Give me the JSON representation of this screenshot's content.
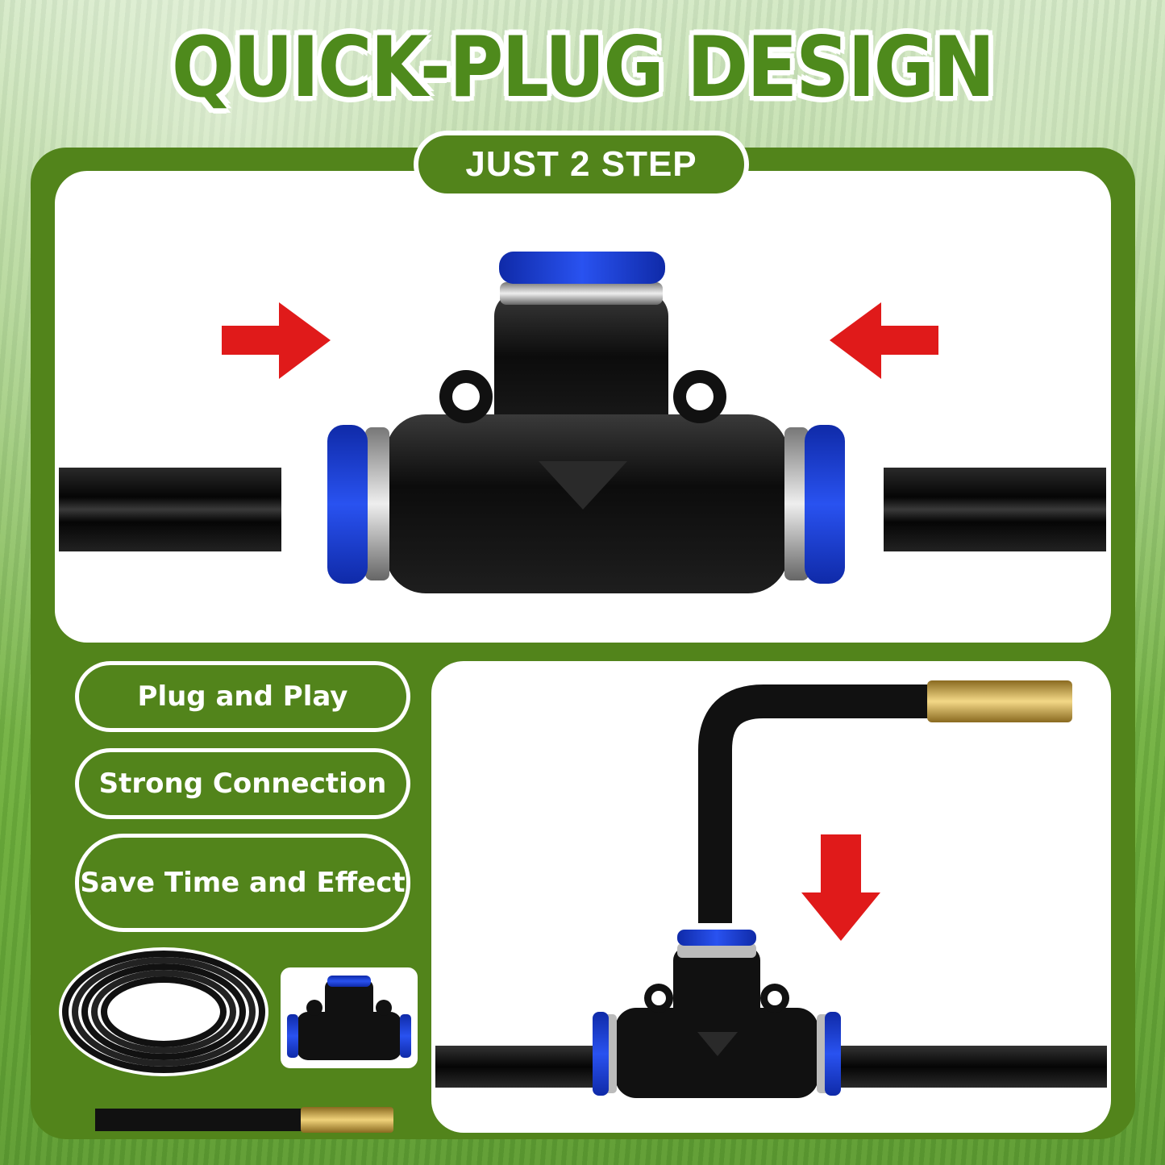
{
  "title": "QUICK-PLUG DESIGN",
  "step_badge": "JUST 2 STEP",
  "features": [
    "Plug and Play",
    "Strong Connection",
    "Save Time and Effect"
  ],
  "colors": {
    "brand_green": "#52841b",
    "title_green": "#4e8a1c",
    "arrow_red": "#e01a1a",
    "cap_blue": "#1b3fd6",
    "fitting_black": "#111111",
    "brass": "#c9a24a"
  },
  "icons": [
    "arrow-right-icon",
    "arrow-left-icon",
    "arrow-down-icon",
    "tee-fitting-icon",
    "tubing-coil-icon",
    "mist-nozzle-icon"
  ]
}
